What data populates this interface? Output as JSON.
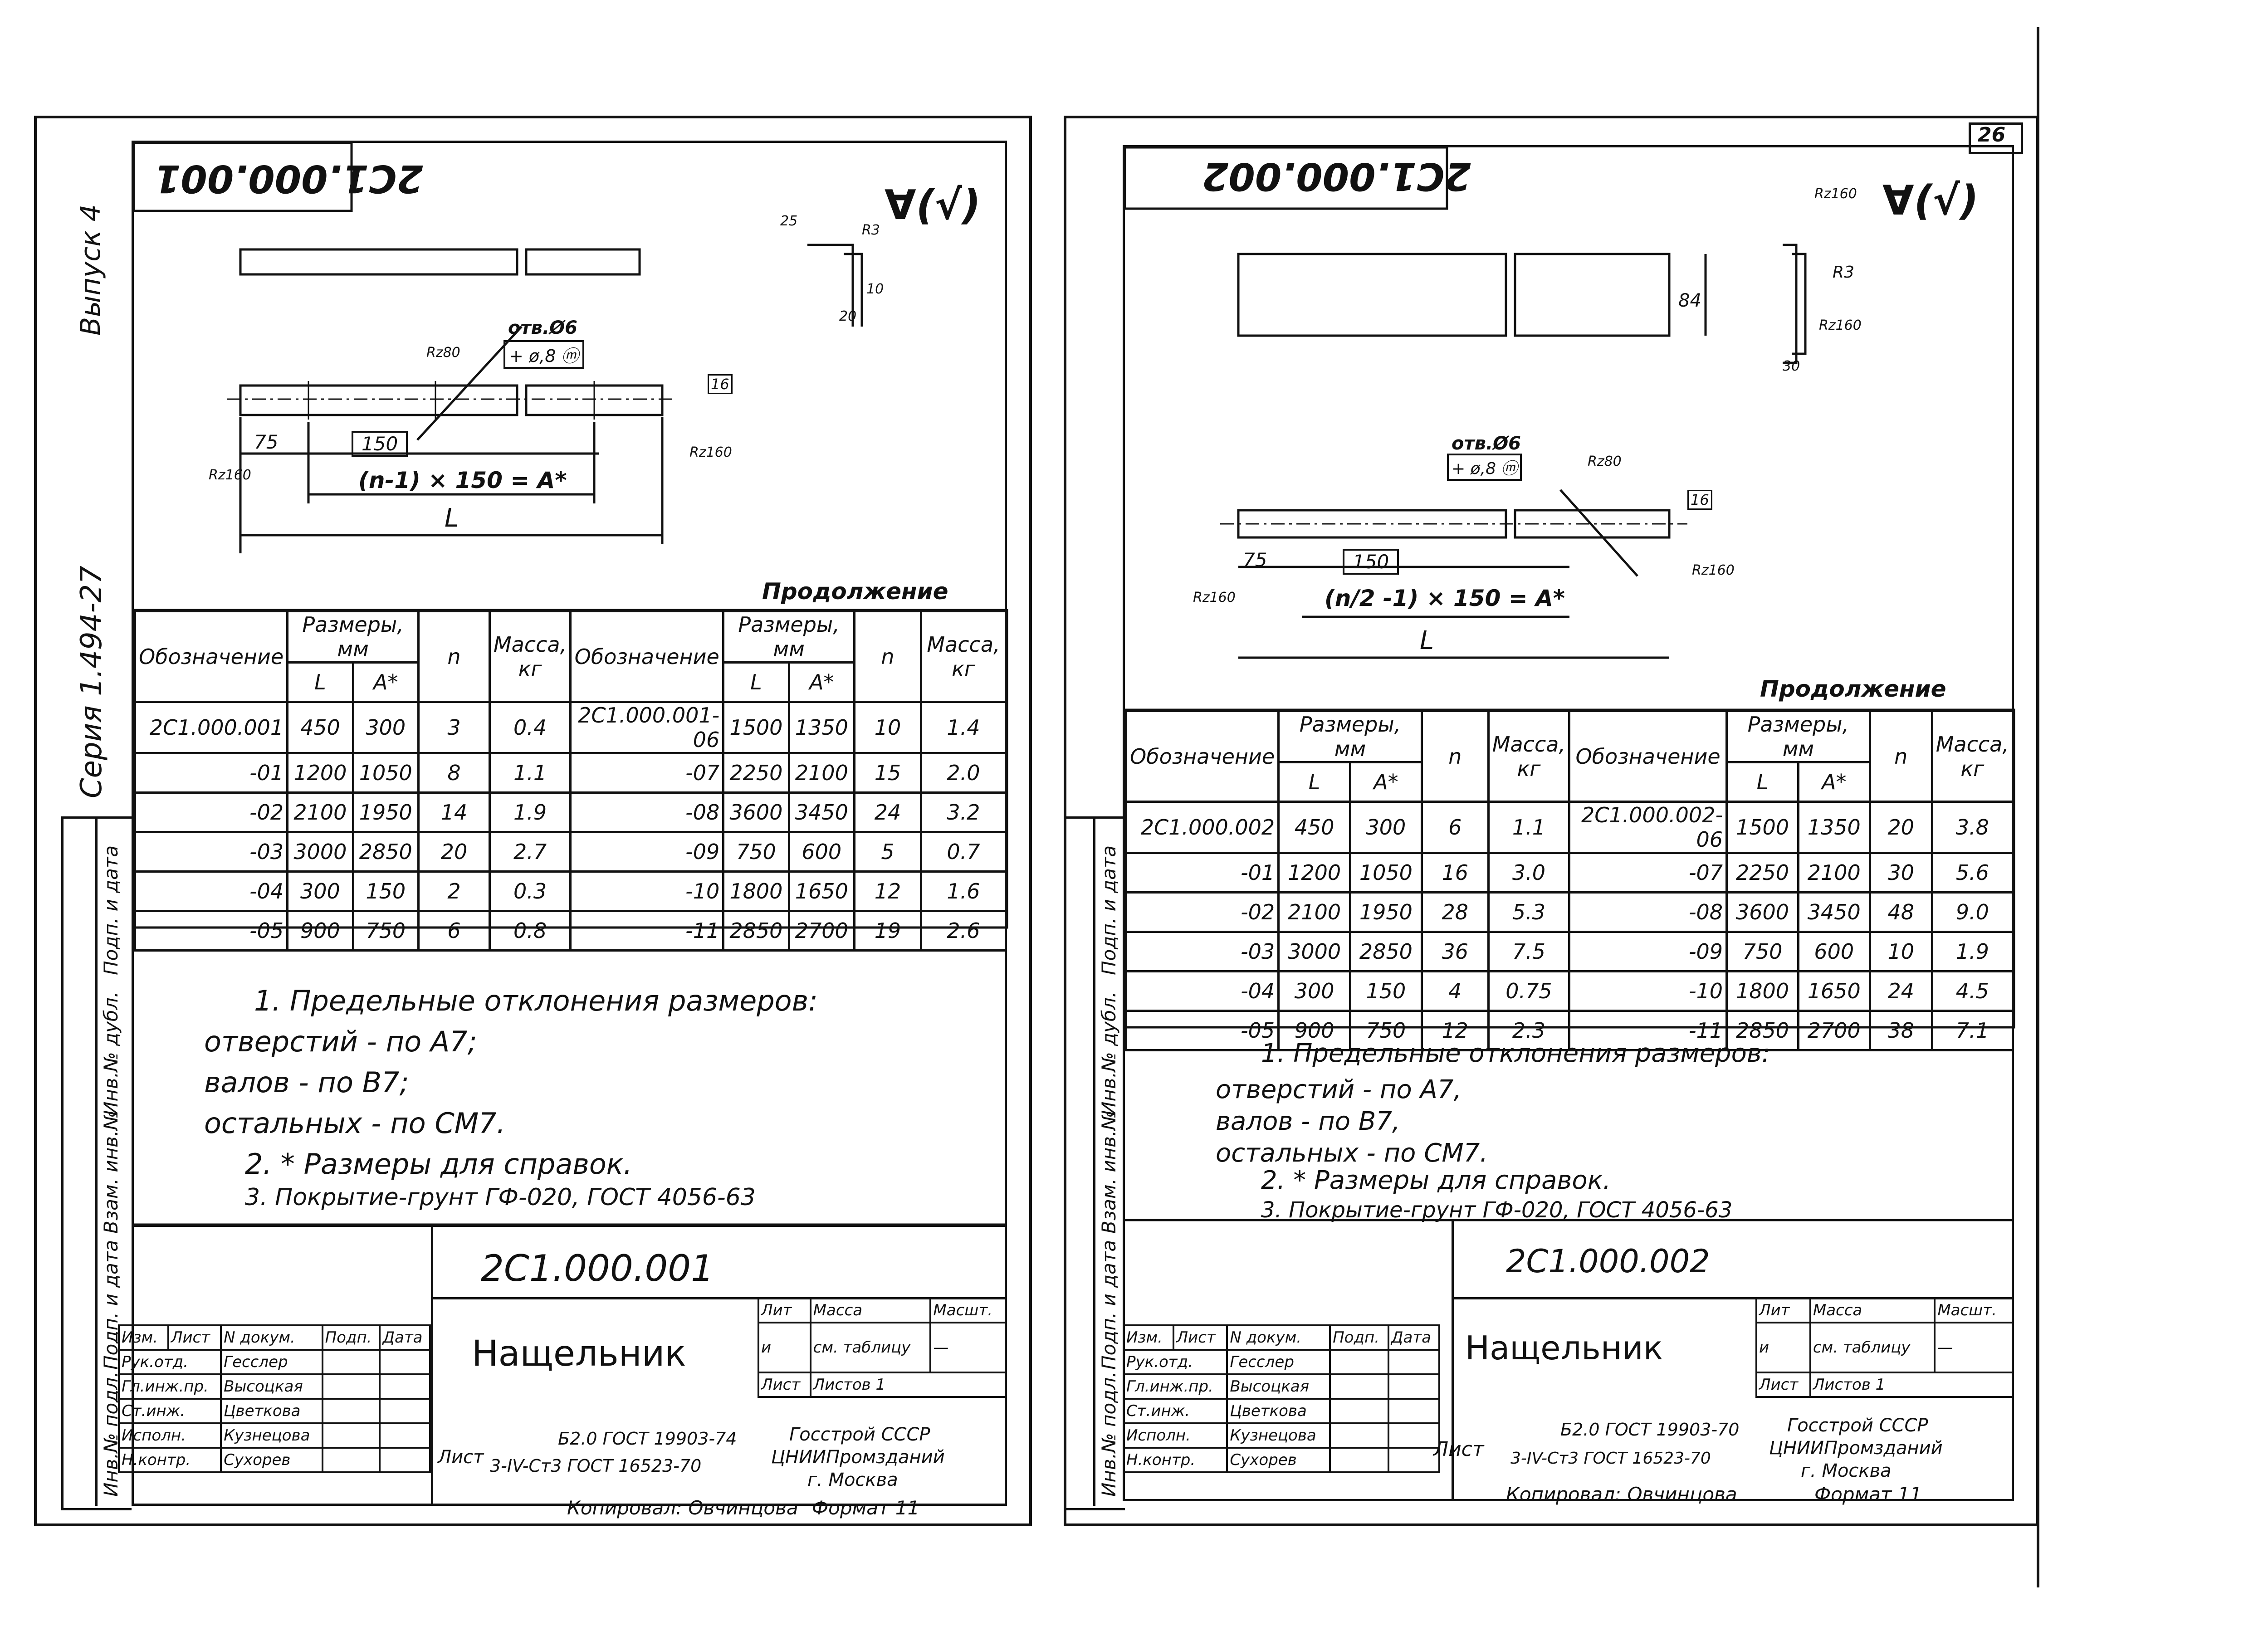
{
  "margin": {
    "vypusk": "Выпуск 4",
    "seriya": "Серия 1.494-27",
    "stamp_cols": [
      "Подп. и дата",
      "Инв.№ дубл.",
      "Взам. инв.№",
      "Подп. и дата",
      "Инв.№ подл."
    ]
  },
  "page_number": "26",
  "left": {
    "designation_mirrored": "2С1.000.001",
    "roughness": "∀(√)",
    "hole_label": "отв.Ø6",
    "hole_tol": "+ ø,8 ⓜ",
    "rz_labels": [
      "Rz160",
      "Rz80",
      "Rz160",
      "R3",
      "10",
      "20",
      "25"
    ],
    "dim_75": "75",
    "dim_150": "150",
    "dim_formula": "(n-1) × 150 = A*",
    "dim_L": "L",
    "dim_16": "16",
    "continued": "Продолжение",
    "table": {
      "headers": {
        "designation": "Обозначение",
        "sizes": "Размеры, мм",
        "L": "L",
        "A": "A*",
        "n": "n",
        "mass": "Масса, кг"
      },
      "rows_left": [
        [
          "2С1.000.001",
          "450",
          "300",
          "3",
          "0.4"
        ],
        [
          "-01",
          "1200",
          "1050",
          "8",
          "1.1"
        ],
        [
          "-02",
          "2100",
          "1950",
          "14",
          "1.9"
        ],
        [
          "-03",
          "3000",
          "2850",
          "20",
          "2.7"
        ],
        [
          "-04",
          "300",
          "150",
          "2",
          "0.3"
        ],
        [
          "-05",
          "900",
          "750",
          "6",
          "0.8"
        ]
      ],
      "rows_right": [
        [
          "2С1.000.001-06",
          "1500",
          "1350",
          "10",
          "1.4"
        ],
        [
          "-07",
          "2250",
          "2100",
          "15",
          "2.0"
        ],
        [
          "-08",
          "3600",
          "3450",
          "24",
          "3.2"
        ],
        [
          "-09",
          "750",
          "600",
          "5",
          "0.7"
        ],
        [
          "-10",
          "1800",
          "1650",
          "12",
          "1.6"
        ],
        [
          "-11",
          "2850",
          "2700",
          "19",
          "2.6"
        ]
      ]
    },
    "notes": [
      "1. Предельные отклонения размеров:",
      "отверстий - по А7;",
      "валов - по В7;",
      "остальных - по СМ7.",
      "2. * Размеры для справок.",
      "3. Покрытие-грунт ГФ-020, ГОСТ 4056-63"
    ],
    "stamp": {
      "doc": "2С1.000.001",
      "name": "Нащельник",
      "lit_h": "Лит",
      "mass_h": "Масса",
      "scale_h": "Масшт.",
      "lit": "и",
      "mass": "см. таблицу",
      "scale": "—",
      "sheet": "Лист",
      "sheets": "Листов 1",
      "material_1": "Б2.0 ГОСТ 19903-74",
      "material_2": "3-IV-Ст3 ГОСТ 16523-70",
      "material_label": "Лист",
      "org": [
        "Госстрой СССР",
        "ЦНИИПромзданий",
        "г. Москва"
      ],
      "role_header": [
        "Изм.",
        "Лист",
        "N докум.",
        "Подп.",
        "Дата"
      ],
      "people": [
        [
          "Рук.отд.",
          "Гесслер"
        ],
        [
          "Гл.инж.пр.",
          "Высоцкая"
        ],
        [
          "Ст.инж.",
          "Цветкова"
        ],
        [
          "Исполн.",
          "Кузнецова"
        ],
        [
          "Н.контр.",
          "Сухорев"
        ]
      ],
      "copied": "Копировал: Овчинцова",
      "format": "Формат 11"
    }
  },
  "right": {
    "designation_mirrored": "2С1.000.002",
    "roughness": "∀(√)",
    "hole_label": "отв.Ø6",
    "hole_tol": "+ ø,8 ⓜ",
    "rz_labels": [
      "Rz160",
      "R3",
      "Rz160",
      "30",
      "Rz80",
      "Rz160",
      "Rz160"
    ],
    "dim_84": "84",
    "dim_75": "75",
    "dim_150": "150",
    "dim_formula": "(n/2 -1) × 150 = A*",
    "dim_L": "L",
    "dim_16": "16",
    "continued": "Продолжение",
    "table": {
      "headers": {
        "designation": "Обозначение",
        "sizes": "Размеры, мм",
        "L": "L",
        "A": "A*",
        "n": "n",
        "mass": "Масса, кг"
      },
      "rows_left": [
        [
          "2С1.000.002",
          "450",
          "300",
          "6",
          "1.1"
        ],
        [
          "-01",
          "1200",
          "1050",
          "16",
          "3.0"
        ],
        [
          "-02",
          "2100",
          "1950",
          "28",
          "5.3"
        ],
        [
          "-03",
          "3000",
          "2850",
          "36",
          "7.5"
        ],
        [
          "-04",
          "300",
          "150",
          "4",
          "0.75"
        ],
        [
          "-05",
          "900",
          "750",
          "12",
          "2.3"
        ]
      ],
      "rows_right": [
        [
          "2С1.000.002-06",
          "1500",
          "1350",
          "20",
          "3.8"
        ],
        [
          "-07",
          "2250",
          "2100",
          "30",
          "5.6"
        ],
        [
          "-08",
          "3600",
          "3450",
          "48",
          "9.0"
        ],
        [
          "-09",
          "750",
          "600",
          "10",
          "1.9"
        ],
        [
          "-10",
          "1800",
          "1650",
          "24",
          "4.5"
        ],
        [
          "-11",
          "2850",
          "2700",
          "38",
          "7.1"
        ]
      ]
    },
    "notes": [
      "1. Предельные отклонения размеров:",
      "отверстий - по А7,",
      "валов - по В7,",
      "остальных - по СМ7.",
      "2. * Размеры для справок.",
      "3. Покрытие-грунт ГФ-020, ГОСТ 4056-63"
    ],
    "stamp": {
      "doc": "2С1.000.002",
      "name": "Нащельник",
      "lit_h": "Лит",
      "mass_h": "Масса",
      "scale_h": "Масшт.",
      "lit": "и",
      "mass": "см. таблицу",
      "scale": "—",
      "sheet": "Лист",
      "sheets": "Листов 1",
      "material_1": "Б2.0 ГОСТ 19903-70",
      "material_2": "3-IV-Ст3 ГОСТ 16523-70",
      "material_label": "Лист",
      "org": [
        "Госстрой СССР",
        "ЦНИИПромзданий",
        "г. Москва"
      ],
      "role_header": [
        "Изм.",
        "Лист",
        "N докум.",
        "Подп.",
        "Дата"
      ],
      "people": [
        [
          "Рук.отд.",
          "Гесслер"
        ],
        [
          "Гл.инж.пр.",
          "Высоцкая"
        ],
        [
          "Ст.инж.",
          "Цветкова"
        ],
        [
          "Исполн.",
          "Кузнецова"
        ],
        [
          "Н.контр.",
          "Сухорев"
        ]
      ],
      "copied": "Копировал: Овчинцова",
      "format": "Формат 11"
    }
  }
}
